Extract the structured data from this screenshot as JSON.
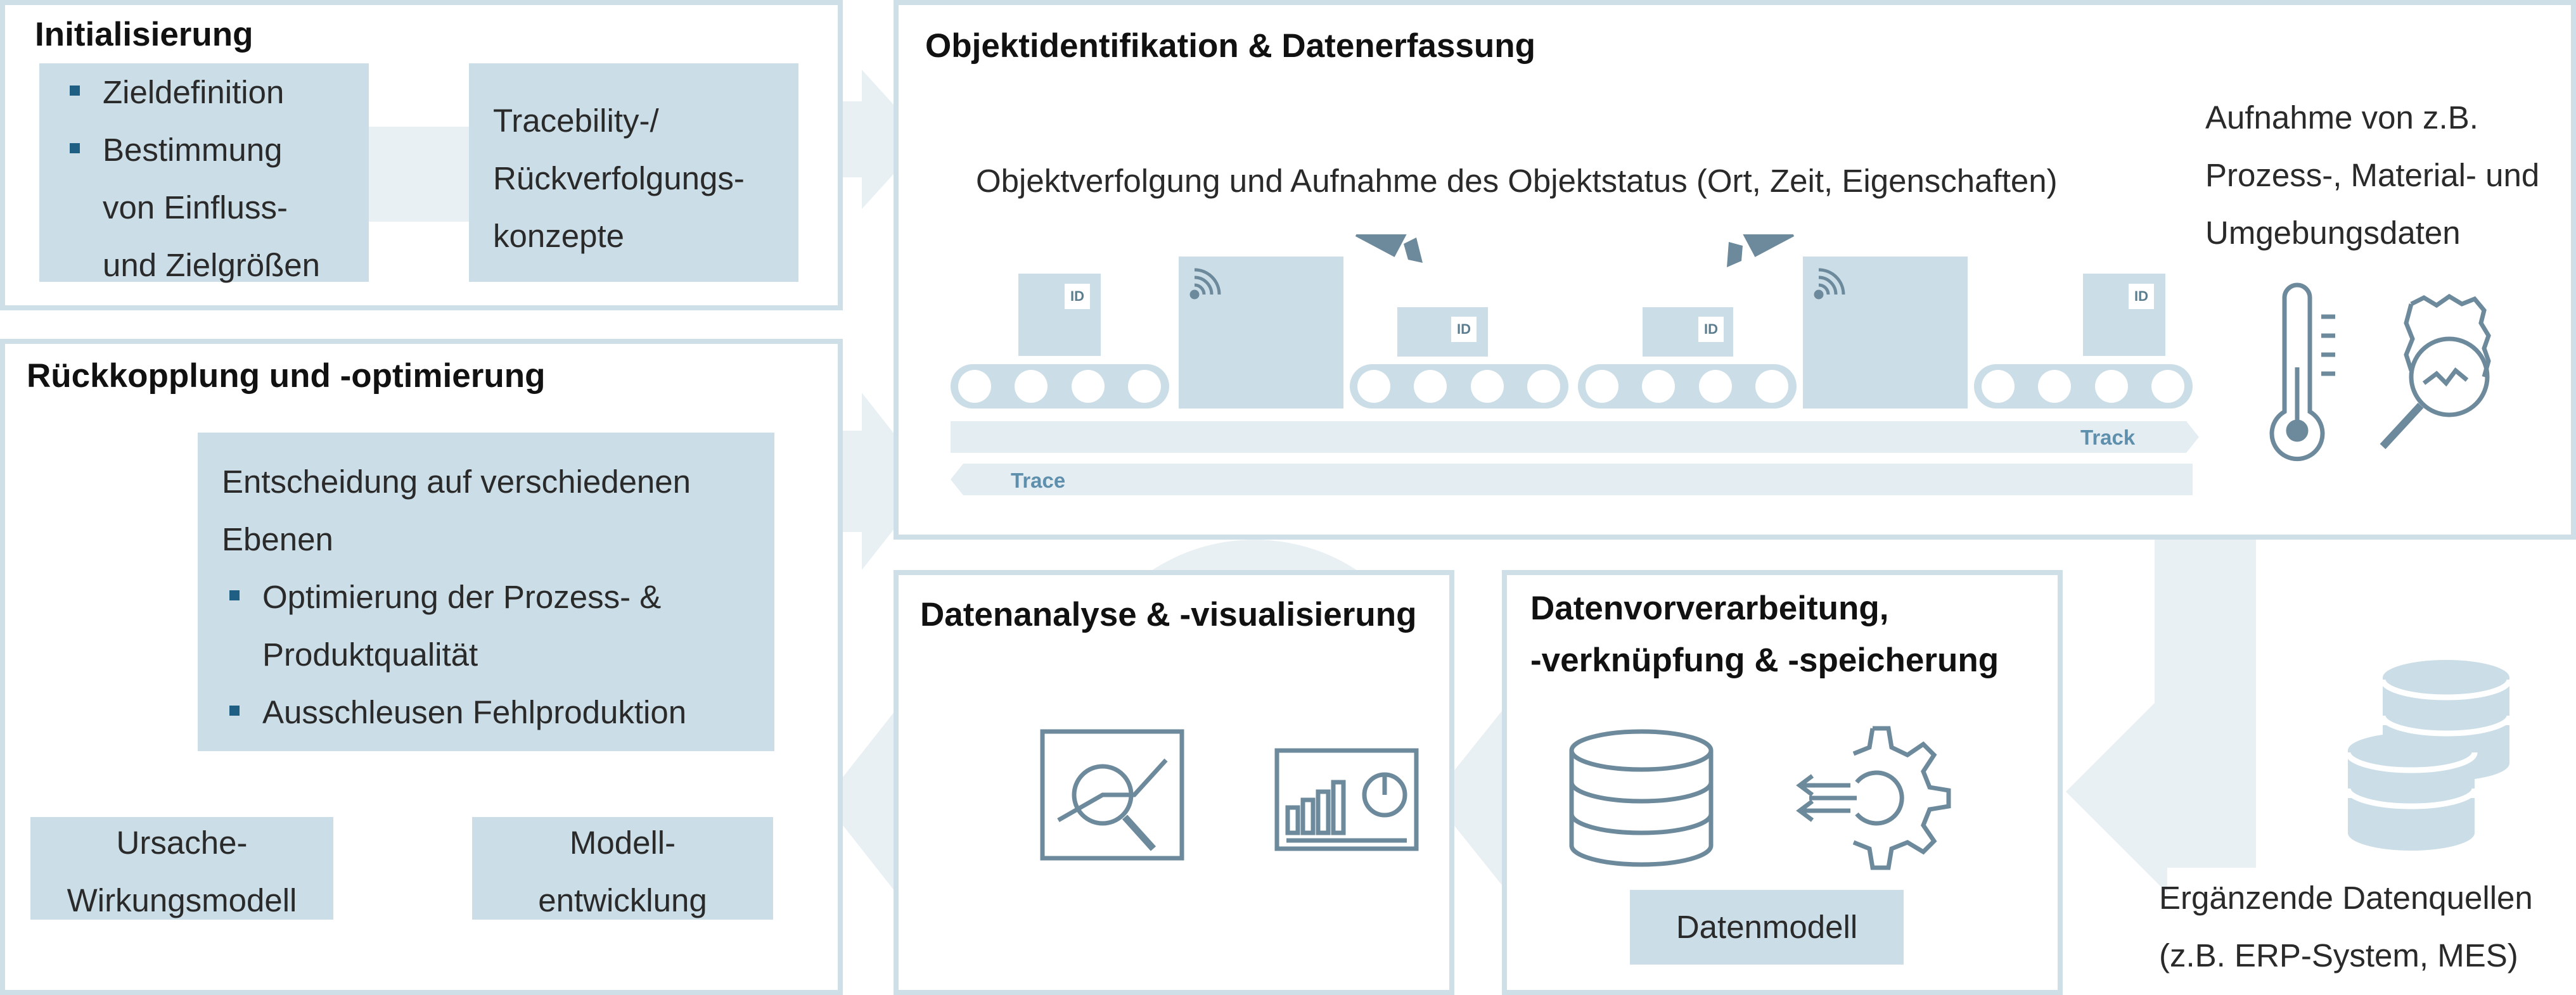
{
  "panels": {
    "init": {
      "title": "Initialisierung",
      "bullets": [
        "Zieldefinition",
        "Bestimmung"
      ],
      "bullet_cont": [
        "von Einfluss-",
        "und Zielgrößen"
      ],
      "trace_concept": [
        "Tracebility-/",
        "Rückverfolgungs-",
        "konzepte"
      ]
    },
    "feedback": {
      "title": "Rückkopplung und -optimierung",
      "decision_lines": [
        "Entscheidung auf verschiedenen",
        "Ebenen"
      ],
      "bullets": [
        "Optimierung der Prozess- &",
        "Ausschleusen Fehlproduktion"
      ],
      "bullet_cont": "Produktqualität",
      "cause_effect": [
        "Ursache-",
        "Wirkungsmodell"
      ],
      "model_dev": [
        "Modell-",
        "entwicklung"
      ]
    },
    "object": {
      "title": "Objektidentifikation & Datenerfassung",
      "tracking_caption": "Objektverfolgung und Aufnahme des Objektstatus (Ort, Zeit, Eigenschaften)",
      "side_caption": [
        "Aufnahme von z.B.",
        "Prozess-, Material- und",
        "Umgebungsdaten"
      ],
      "track_label": "Track",
      "trace_label": "Trace",
      "id_tag": "ID"
    },
    "analysis": {
      "title": "Datenanalyse & -visualisierung"
    },
    "preprocessing": {
      "title_lines": [
        "Datenvorverarbeitung,",
        "-verknüpfung & -speicherung"
      ],
      "datamodel": "Datenmodell"
    }
  },
  "sources_caption": [
    "Ergänzende Datenquellen",
    "(z.B. ERP-System, MES)"
  ],
  "icons": [
    "wifi-icon",
    "camera-icon",
    "thermometer-icon",
    "magnifier-icon",
    "chart-analysis-icon",
    "dashboard-icon",
    "database-icon",
    "gear-icon",
    "coin-stack-icon"
  ],
  "colors": {
    "panel_border": "#cfdfe7",
    "box_fill": "#cbdde6",
    "icon_stroke": "#6d8a9c",
    "bullet": "#1e5f83",
    "arrow_fill": "#e9f0f4",
    "band_label": "#5e8fad"
  }
}
